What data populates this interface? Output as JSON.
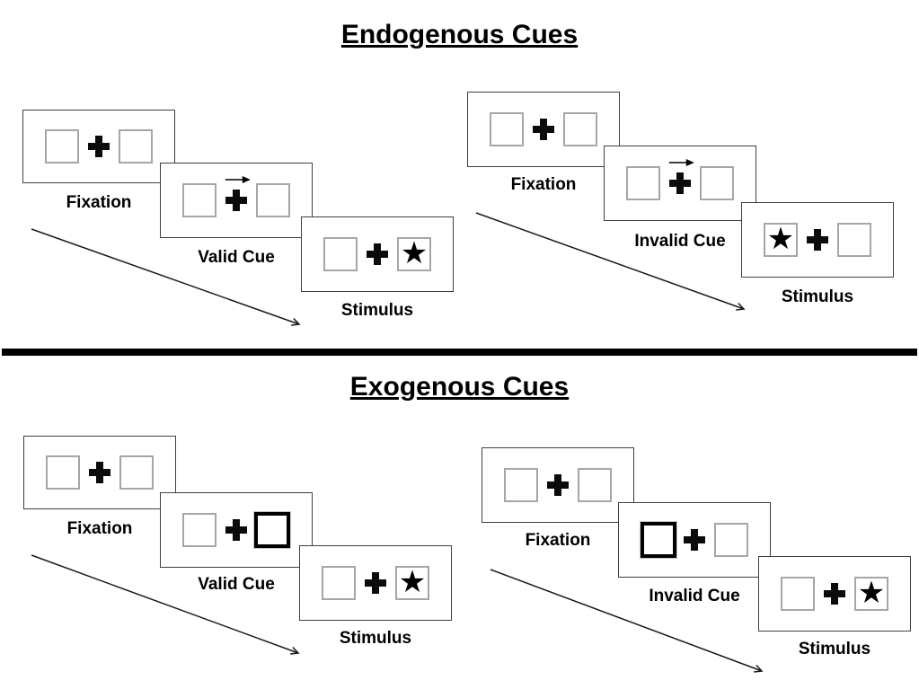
{
  "sections": [
    {
      "title": "Endogenous Cues",
      "groups": [
        {
          "name": "valid-trial",
          "cue_style": "central-arrow",
          "star_side": "right",
          "panels": [
            {
              "label": "Fixation"
            },
            {
              "label": "Valid Cue"
            },
            {
              "label": "Stimulus"
            }
          ]
        },
        {
          "name": "invalid-trial",
          "cue_style": "central-arrow",
          "star_side": "left",
          "panels": [
            {
              "label": "Fixation"
            },
            {
              "label": "Invalid Cue"
            },
            {
              "label": "Stimulus"
            }
          ]
        }
      ]
    },
    {
      "title": "Exogenous Cues",
      "groups": [
        {
          "name": "valid-trial",
          "cue_style": "peripheral-box-highlight-right",
          "star_side": "right",
          "panels": [
            {
              "label": "Fixation"
            },
            {
              "label": "Valid Cue"
            },
            {
              "label": "Stimulus"
            }
          ]
        },
        {
          "name": "invalid-trial",
          "cue_style": "peripheral-box-highlight-left",
          "star_side": "right",
          "panels": [
            {
              "label": "Fixation"
            },
            {
              "label": "Invalid Cue"
            },
            {
              "label": "Stimulus"
            }
          ]
        }
      ]
    }
  ],
  "icons": {
    "target_star": "★",
    "fixation_cross": "+",
    "cue_arrow": "right-arrow",
    "sequence_arrow": "diagonal-time-arrow"
  },
  "colors": {
    "background": "#ffffff",
    "panel_border": "#3f3f3f",
    "box_border": "#a6a6a6",
    "highlight_border": "#000000",
    "symbol": "#000000",
    "divider": "#000000",
    "text": "#000000"
  }
}
